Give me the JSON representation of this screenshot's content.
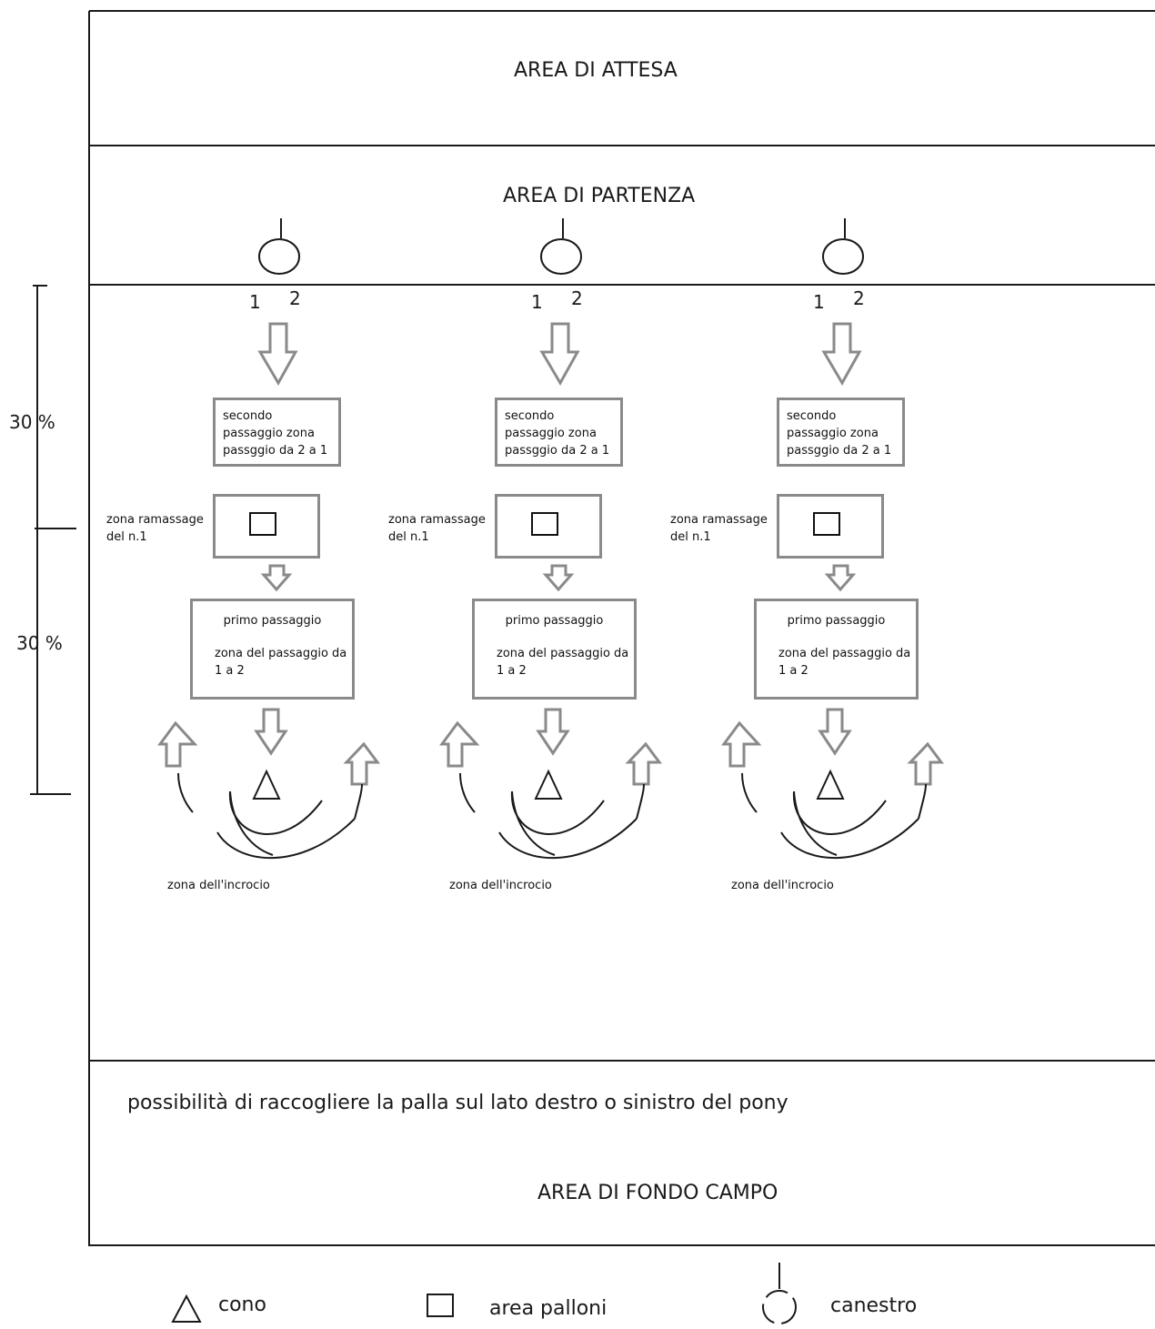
{
  "areas": {
    "waiting": "AREA DI ATTESA",
    "start": "AREA DI PARTENZA",
    "end_field": "AREA DI FONDO CAMPO"
  },
  "note": "possibilità di raccogliere la palla sul lato destro o sinistro del pony",
  "percentages": [
    "30 %",
    "30 %"
  ],
  "lanes": [
    {
      "rider_numbers": [
        "1",
        "2"
      ],
      "second_pass": "secondo passaggio zona passggio da 2 a 1",
      "pickup_label": "zona ramassage del n.1",
      "first_pass_title": "primo passaggio",
      "first_pass_zone": "zona del passaggio da 1 a 2",
      "crossing_label": "zona dell'incrocio"
    },
    {
      "rider_numbers": [
        "1",
        "2"
      ],
      "second_pass": "secondo passaggio zona passggio da 2 a 1",
      "pickup_label": "zona ramassage del n.1",
      "first_pass_title": "primo passaggio",
      "first_pass_zone": "zona del passaggio da 1 a 2",
      "crossing_label": "zona dell'incrocio"
    },
    {
      "rider_numbers": [
        "1",
        "2"
      ],
      "second_pass": "secondo passaggio zona passggio da 2 a 1",
      "pickup_label": "zona ramassage del n.1",
      "first_pass_title": "primo passaggio",
      "first_pass_zone": "zona del passaggio da 1 a 2",
      "crossing_label": "zona dell'incrocio"
    }
  ],
  "legend": {
    "cone": "cono",
    "ball_area": "area palloni",
    "basket": "canestro"
  },
  "colors": {
    "lines": "#1a1a1a",
    "box_border": "#8a8a8a",
    "arrow": "#8a8a8a"
  }
}
